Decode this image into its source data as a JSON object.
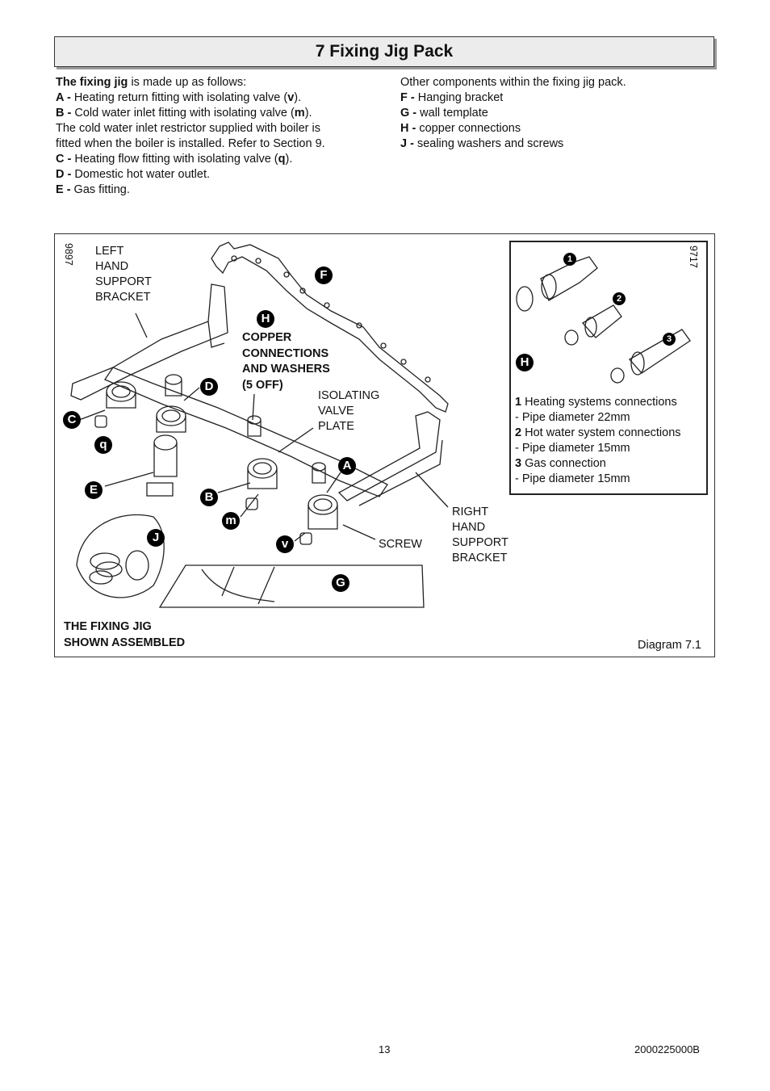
{
  "section_title": "7 Fixing Jig Pack",
  "left_column": {
    "intro_bold": "The fixing jig",
    "intro_rest": " is made up as follows:",
    "items": [
      {
        "key": "A -",
        "text": " Heating return fitting with isolating valve (",
        "bold": "v",
        "end": ")."
      },
      {
        "key": "B -",
        "text": " Cold water inlet fitting with isolating valve (",
        "bold": "m",
        "end": ")."
      }
    ],
    "note_line1": "The cold water inlet restrictor supplied with boiler is",
    "note_line2": "fitted when the boiler is installed. Refer to Section 9.",
    "item_c": {
      "key": "C -",
      "text": " Heating flow fitting with isolating valve (",
      "bold": "q",
      "end": ")."
    },
    "item_d": {
      "key": "D -",
      "text": " Domestic hot water outlet."
    },
    "item_e": {
      "key": "E -",
      "text": " Gas fitting."
    }
  },
  "right_column": {
    "intro": "Other components within the fixing jig pack.",
    "items": [
      {
        "key": "F -",
        "text": " Hanging bracket"
      },
      {
        "key": "G -",
        "text": " wall template"
      },
      {
        "key": "H -",
        "text": " copper connections"
      },
      {
        "key": "J -",
        "text": " sealing washers and screws"
      }
    ]
  },
  "diagram": {
    "ref_number": "9897",
    "labels": {
      "left_bracket": [
        "LEFT",
        "HAND",
        "SUPPORT",
        "BRACKET"
      ],
      "copper": [
        "COPPER",
        "CONNECTIONS",
        "AND WASHERS",
        "(5 OFF)"
      ],
      "isolating": [
        "ISOLATING",
        "VALVE",
        "PLATE"
      ],
      "right_bracket": [
        "RIGHT",
        "HAND",
        "SUPPORT",
        "BRACKET"
      ],
      "screw": "SCREW",
      "assembled": [
        "THE FIXING JIG",
        "SHOWN ASSEMBLED"
      ],
      "caption": "Diagram 7.1"
    },
    "badges": {
      "F": "F",
      "H": "H",
      "D": "D",
      "C": "C",
      "q": "q",
      "A": "A",
      "E": "E",
      "B": "B",
      "m": "m",
      "J": "J",
      "v": "v",
      "G": "G"
    },
    "inset": {
      "ref_number": "9717",
      "badge_h": "H",
      "nums": [
        "1",
        "2",
        "3"
      ],
      "legend": [
        {
          "num": "1",
          "text": " Heating systems connections",
          "sub": " - Pipe diameter 22mm"
        },
        {
          "num": "2",
          "text": " Hot water system connections",
          "sub": " - Pipe diameter 15mm"
        },
        {
          "num": "3",
          "text": " Gas connection",
          "sub": " - Pipe diameter 15mm"
        }
      ]
    }
  },
  "footer": {
    "page": "13",
    "doc_id": "2000225000B"
  }
}
